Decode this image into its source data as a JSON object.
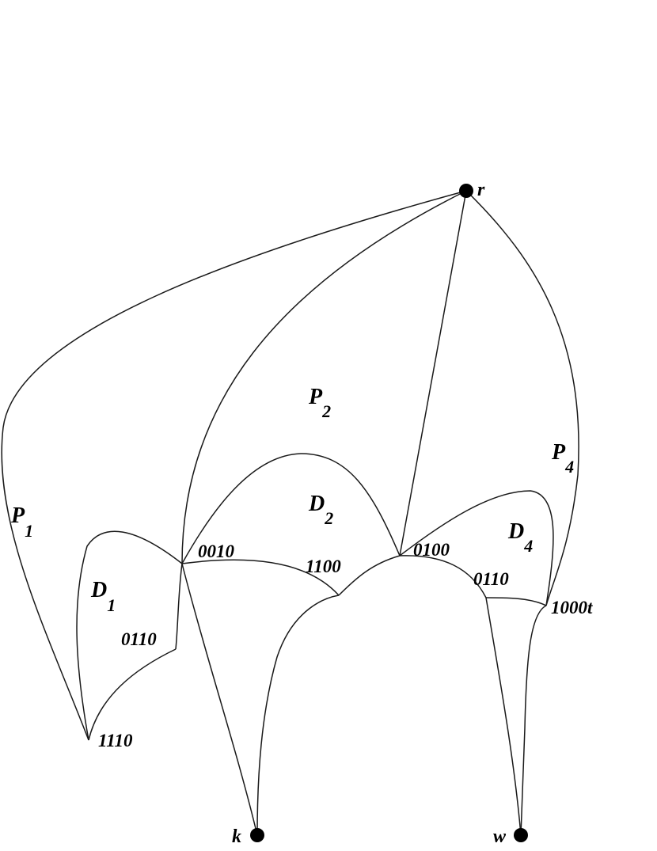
{
  "vertices": {
    "r": "r",
    "k": "k",
    "w": "w"
  },
  "faces": {
    "p1": {
      "letter": "P",
      "sub": "1"
    },
    "p2": {
      "letter": "P",
      "sub": "2"
    },
    "p4": {
      "letter": "P",
      "sub": "4"
    },
    "d1": {
      "letter": "D",
      "sub": "1"
    },
    "d2": {
      "letter": "D",
      "sub": "2"
    },
    "d4": {
      "letter": "D",
      "sub": "4"
    }
  },
  "codes": {
    "c0010": "0010",
    "c1100": "1100",
    "c0100": "0100",
    "c0110_right": "0110",
    "c0110_left": "0110",
    "c1110": "1110",
    "c1000t": "1000t"
  },
  "colors": {
    "stroke": "#1a1a1a",
    "vertex": "#000000",
    "background": "#ffffff"
  }
}
